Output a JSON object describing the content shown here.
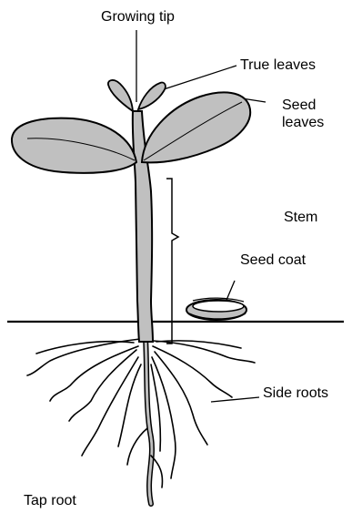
{
  "labels": {
    "growing_tip": "Growing tip",
    "true_leaves": "True leaves",
    "seed_leaves": "Seed\nleaves",
    "stem": "Stem",
    "seed_coat": "Seed coat",
    "side_roots": "Side roots",
    "tap_root": "Tap root"
  },
  "colors": {
    "plant_fill": "#c0c0c0",
    "outline": "#000000",
    "background": "#ffffff"
  }
}
